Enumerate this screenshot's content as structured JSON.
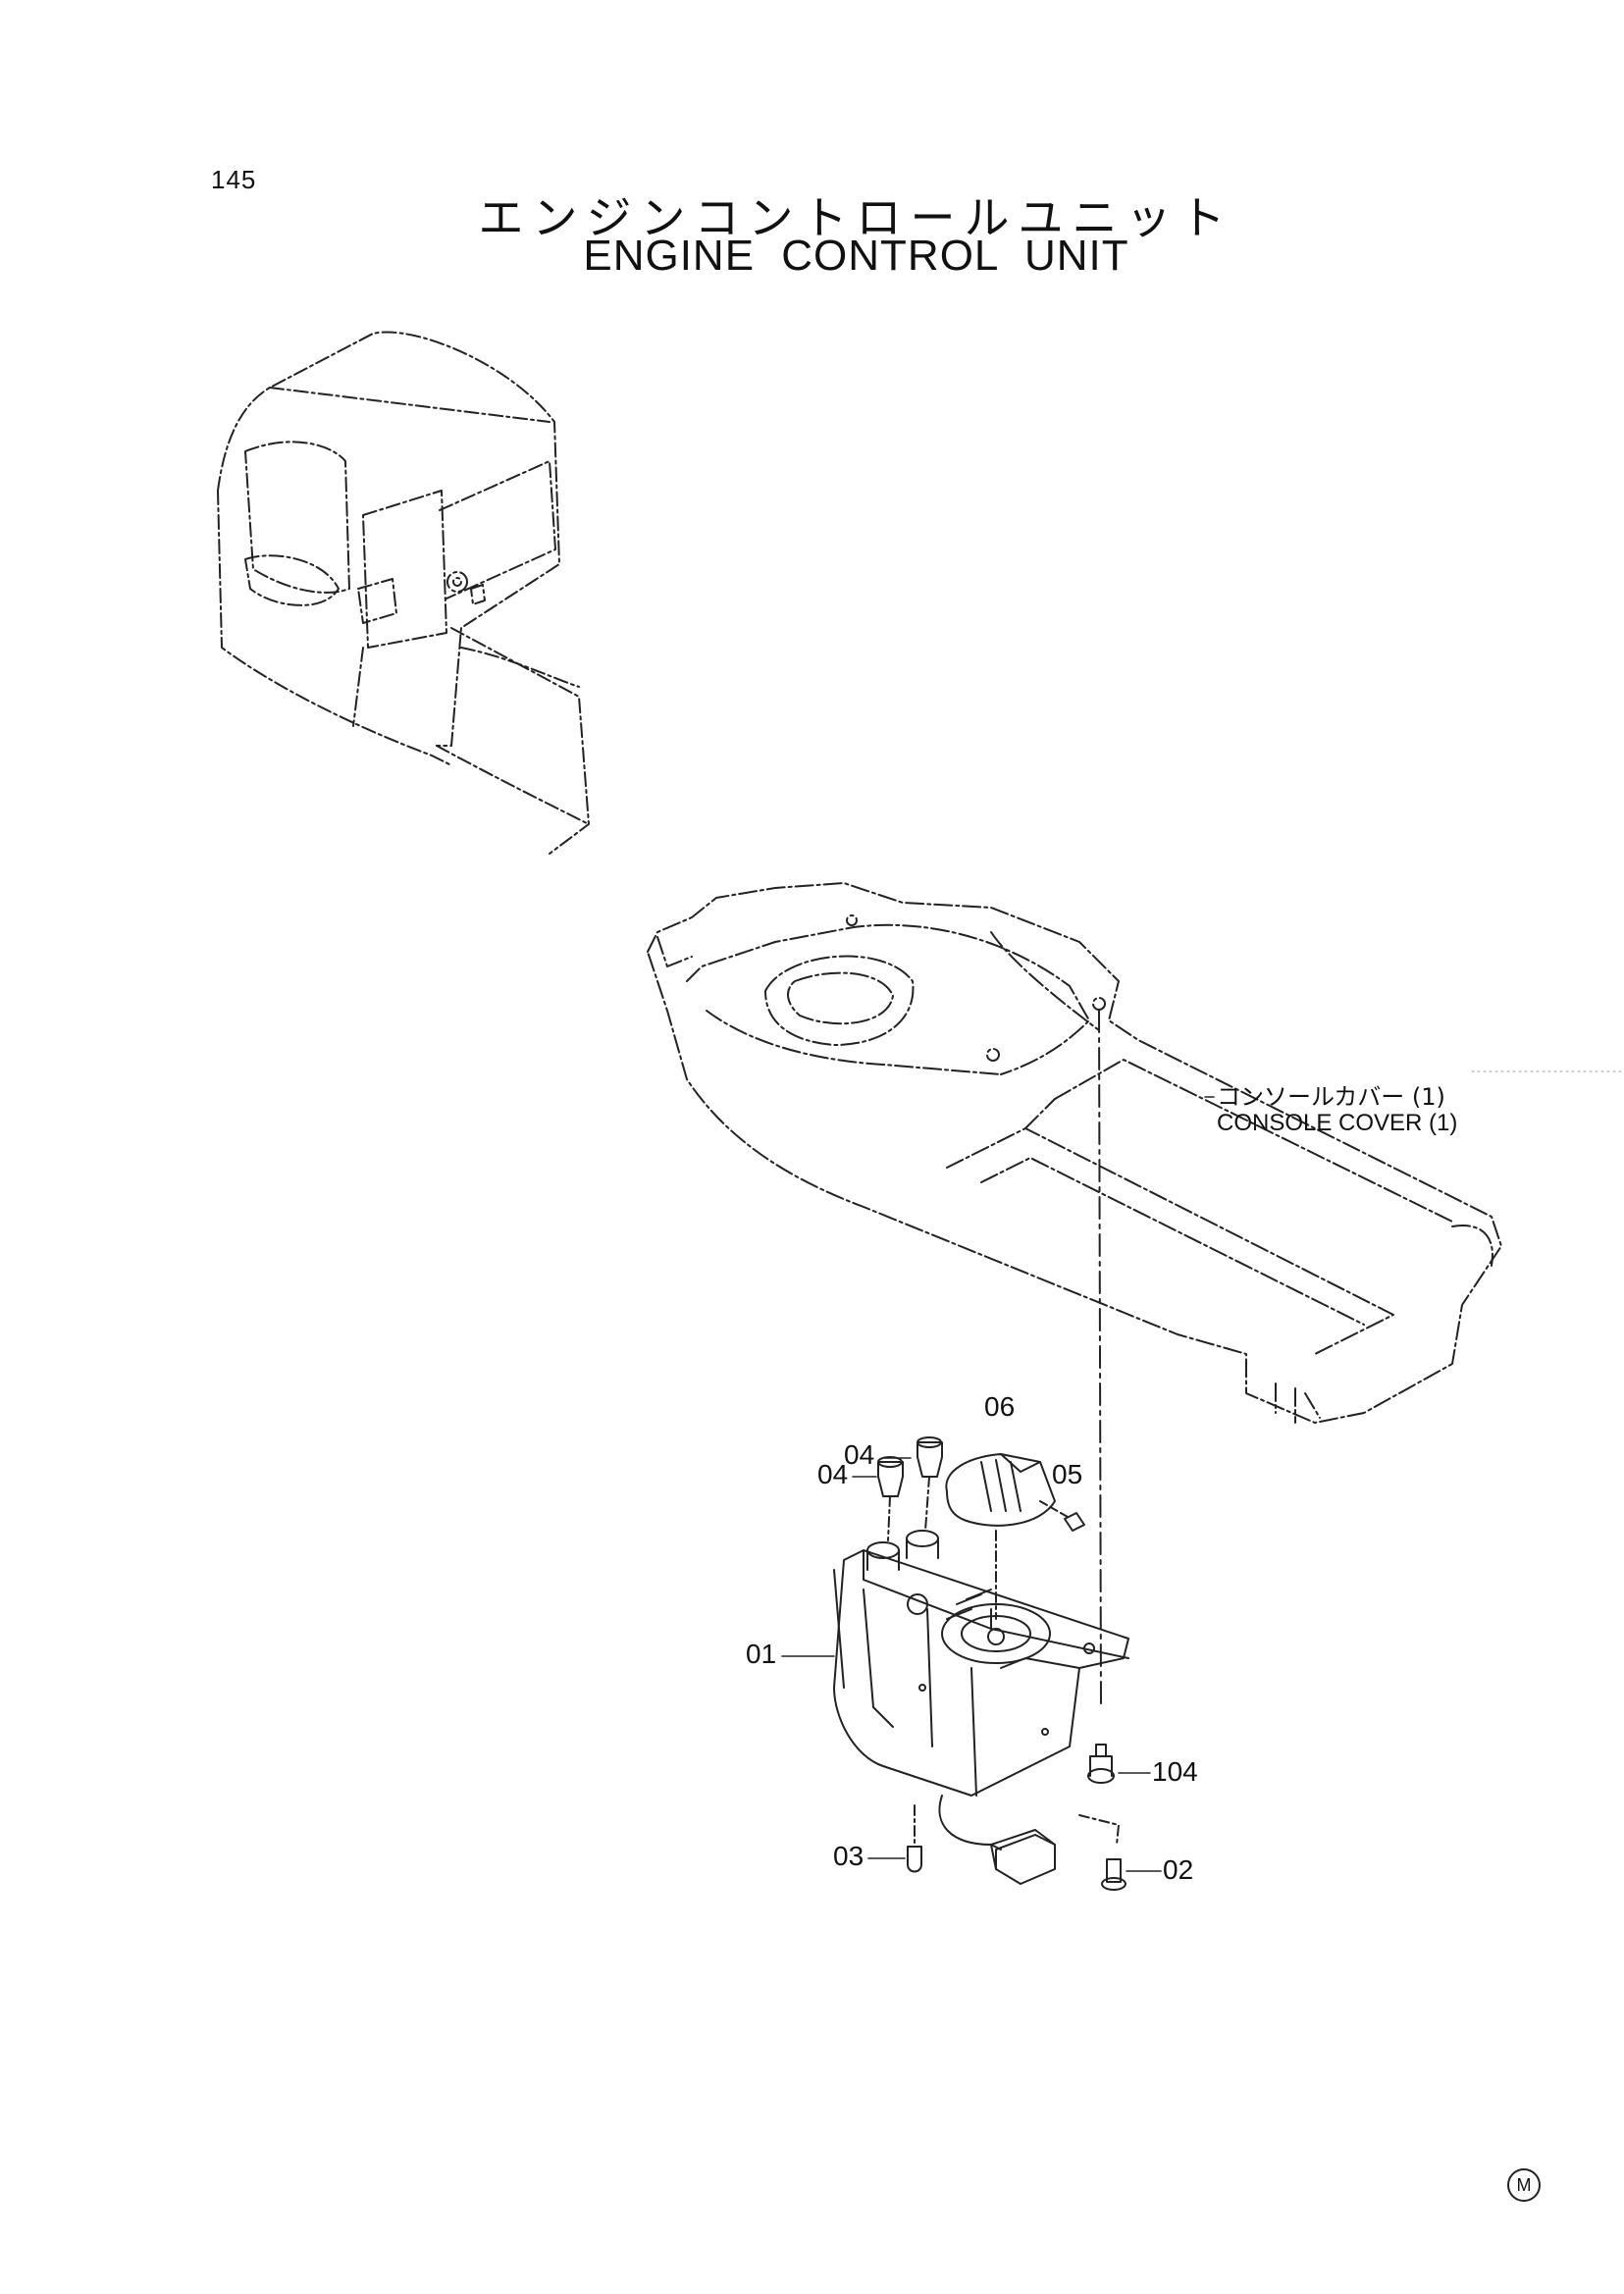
{
  "page": {
    "number": "145",
    "title_jp": "エンジンコントロールユニット",
    "title_en": "ENGINE CONTROL UNIT",
    "corner_mark": "M"
  },
  "console": {
    "label_jp": "コンソールカバー  (1)",
    "label_en": "CONSOLE COVER  (1)"
  },
  "callouts": [
    {
      "id": "06",
      "text": "06"
    },
    {
      "id": "04a",
      "text": "04"
    },
    {
      "id": "04b",
      "text": "04"
    },
    {
      "id": "05",
      "text": "05"
    },
    {
      "id": "01",
      "text": "01"
    },
    {
      "id": "104",
      "text": "104"
    },
    {
      "id": "03",
      "text": "03"
    },
    {
      "id": "02",
      "text": "02"
    }
  ]
}
